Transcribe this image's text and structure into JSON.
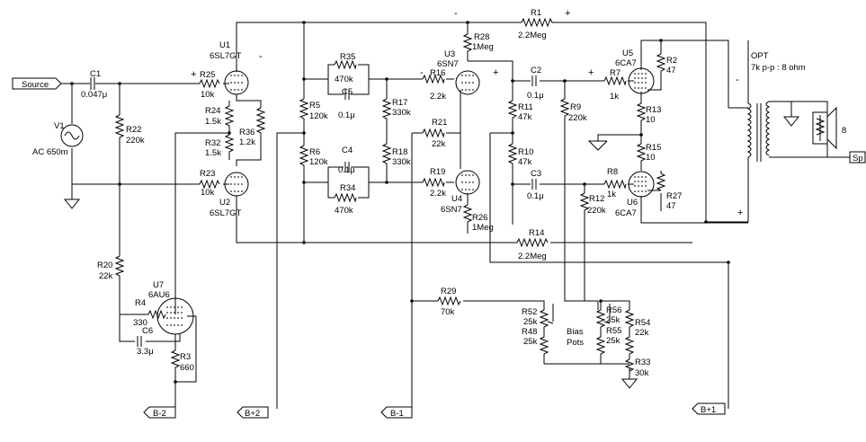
{
  "ports": {
    "source": "Source",
    "b_minus2": "B-2",
    "b_plus2": "B+2",
    "b_minus1": "B-1",
    "b_plus1": "B+1",
    "speaker": "Sp"
  },
  "components": {
    "c1": {
      "ref": "C1",
      "val": "0.047μ"
    },
    "v1": {
      "ref": "V1",
      "val": "AC 650m"
    },
    "r22": {
      "ref": "R22",
      "val": "220k"
    },
    "r25": {
      "ref": "R25",
      "val": "10k"
    },
    "r24": {
      "ref": "R24",
      "val": "1.5k"
    },
    "r32": {
      "ref": "R32",
      "val": "1.5k"
    },
    "r36": {
      "ref": "R36",
      "val": "1.2k"
    },
    "r23": {
      "ref": "R23",
      "val": "10k"
    },
    "u1": {
      "ref": "U1",
      "val": "6SL7GT"
    },
    "u2": {
      "ref": "U2",
      "val": "6SL7GT"
    },
    "r20": {
      "ref": "R20",
      "val": "22k"
    },
    "r4": {
      "ref": "R4",
      "val": "330"
    },
    "c6": {
      "ref": "C6",
      "val": "3.3μ"
    },
    "r3": {
      "ref": "R3",
      "val": "660"
    },
    "u7": {
      "ref": "U7",
      "val": "6AU6"
    },
    "r5": {
      "ref": "R5",
      "val": "120k"
    },
    "r6": {
      "ref": "R6",
      "val": "120k"
    },
    "r35": {
      "ref": "R35",
      "val": "470k"
    },
    "c5": {
      "ref": "C5",
      "val": "0.1μ"
    },
    "c4": {
      "ref": "C4",
      "val": "0.1μ"
    },
    "r34": {
      "ref": "R34",
      "val": "470k"
    },
    "r17": {
      "ref": "R17",
      "val": "330k"
    },
    "r18": {
      "ref": "R18",
      "val": "330k"
    },
    "r16": {
      "ref": "R16",
      "val": "2.2k"
    },
    "r21": {
      "ref": "R21",
      "val": "22k"
    },
    "r19": {
      "ref": "R19",
      "val": "2.2k"
    },
    "u3": {
      "ref": "U3",
      "val": "6SN7"
    },
    "u4": {
      "ref": "U4",
      "val": "6SN7"
    },
    "r28": {
      "ref": "R28",
      "val": "1Meg"
    },
    "r26": {
      "ref": "R26",
      "val": "1Meg"
    },
    "r11": {
      "ref": "R11",
      "val": "47k"
    },
    "r10": {
      "ref": "R10",
      "val": "47k"
    },
    "c2": {
      "ref": "C2",
      "val": "0.1μ"
    },
    "c3": {
      "ref": "C3",
      "val": "0.1μ"
    },
    "r9": {
      "ref": "R9",
      "val": "220k"
    },
    "r12": {
      "ref": "R12",
      "val": "220k"
    },
    "r7": {
      "ref": "R7",
      "val": "1k"
    },
    "r8": {
      "ref": "R8",
      "val": "1k"
    },
    "u5": {
      "ref": "U5",
      "val": "6CA7"
    },
    "u6": {
      "ref": "U6",
      "val": "6CA7"
    },
    "r2": {
      "ref": "R2",
      "val": "47"
    },
    "r27": {
      "ref": "R27",
      "val": "47"
    },
    "r13": {
      "ref": "R13",
      "val": "10"
    },
    "r15": {
      "ref": "R15",
      "val": "10"
    },
    "r1": {
      "ref": "R1",
      "val": "2.2Meg"
    },
    "r14": {
      "ref": "R14",
      "val": "2.2Meg"
    },
    "r29": {
      "ref": "R29",
      "val": "70k"
    },
    "r52": {
      "ref": "R52",
      "val": "25k"
    },
    "r48": {
      "ref": "R48",
      "val": "25k"
    },
    "r56": {
      "ref": "R56",
      "val": "25k"
    },
    "r55": {
      "ref": "R55",
      "val": "25k"
    },
    "r54": {
      "ref": "R54",
      "val": "22k"
    },
    "r33": {
      "ref": "R33",
      "val": "30k"
    }
  },
  "labels": {
    "bias_line1": "Bias",
    "bias_line2": "Pots",
    "opt_line1": "OPT",
    "opt_line2": "7k p-p : 8 ohm",
    "spk_val": "8",
    "plus": "+",
    "minus": "-"
  }
}
